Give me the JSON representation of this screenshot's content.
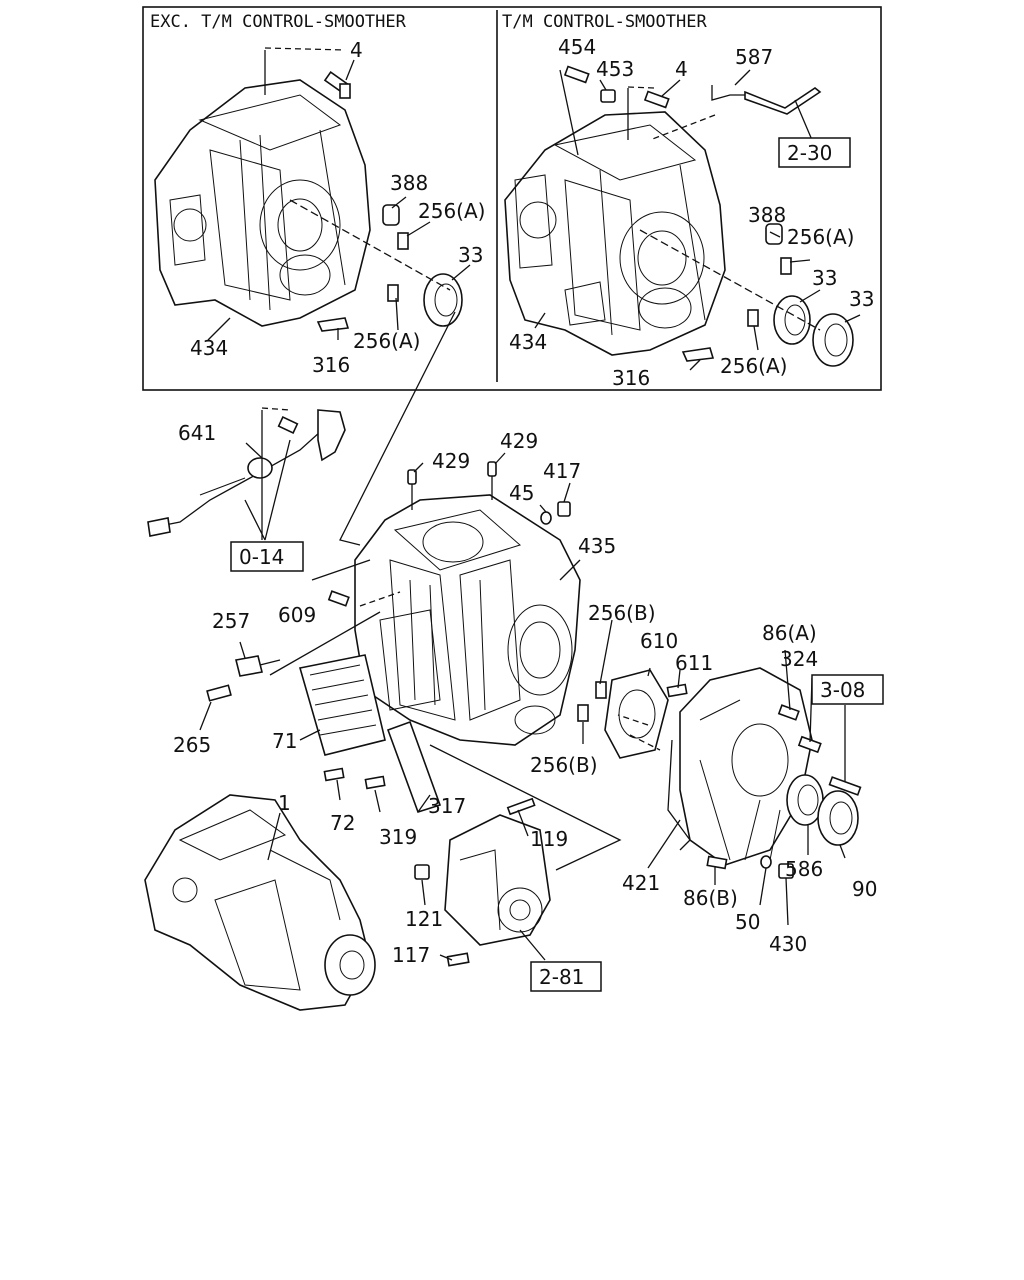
{
  "panels": {
    "left_title": "EXC. T/M CONTROL-SMOOTHER",
    "right_title": "T/M CONTROL-SMOOTHER"
  },
  "references": [
    "2-30",
    "0-14",
    "3-08",
    "2-81"
  ],
  "callouts": {
    "p4_left": "4",
    "p388_left": "388",
    "p256a_l1": "256(A)",
    "p33_left": "33",
    "p434_left": "434",
    "p316_left": "316",
    "p256a_l2": "256(A)",
    "p454": "454",
    "p453": "453",
    "p4_right": "4",
    "p587": "587",
    "p388_right": "388",
    "p256a_r1": "256(A)",
    "p33_r1": "33",
    "p33_r2": "33",
    "p434_right": "434",
    "p316_right": "316",
    "p256a_r2": "256(A)",
    "p641": "641",
    "p429a": "429",
    "p429b": "429",
    "p45": "45",
    "p417": "417",
    "p435": "435",
    "p609": "609",
    "p257": "257",
    "p256b_1": "256(B)",
    "p610": "610",
    "p611": "611",
    "p86a": "86(A)",
    "p324": "324",
    "p265": "265",
    "p71": "71",
    "p256b_2": "256(B)",
    "p72": "72",
    "p319": "319",
    "p317": "317",
    "p1": "1",
    "p119": "119",
    "p421": "421",
    "p86b": "86(B)",
    "p586": "586",
    "p90": "90",
    "p50": "50",
    "p430": "430",
    "p121": "121",
    "p117": "117"
  }
}
